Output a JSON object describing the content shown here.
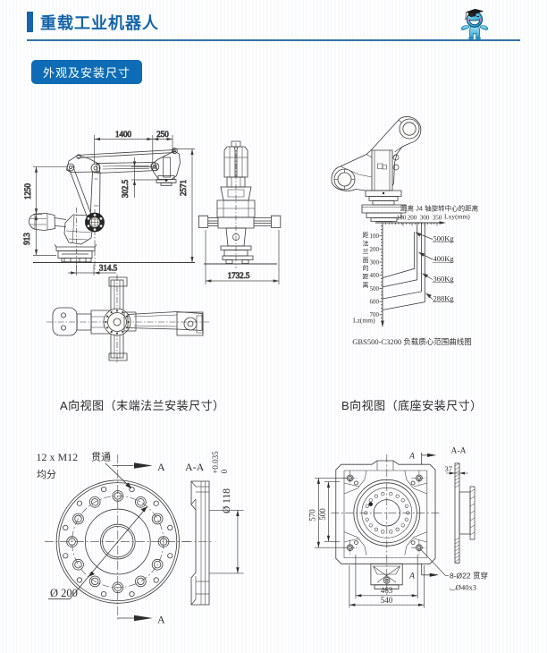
{
  "page": {
    "title": "重载工业机器人",
    "section_badge": "外观及安装尺寸",
    "accent_color": "#1565a8",
    "badge_color": "#0d6cb5"
  },
  "icons": {
    "mascot": "robot-mascot-with-graduation-cap"
  },
  "side_view": {
    "dim_arm_reach": "1400",
    "dim_wrist_offset": "250",
    "dim_total_height": "2571",
    "dim_flange_drop": "302.5",
    "dim_shoulder_height": "1250",
    "dim_base_height": "913",
    "dim_axis_offset": "314.5"
  },
  "front_view": {
    "dim_total_width": "1732.5"
  },
  "captions": {
    "view_a": "A向视图（末端法兰安装尺寸）",
    "view_b": "B向视图（底座安装尺寸）"
  },
  "flange": {
    "bolt_note": "12 x M12",
    "bolt_note2": "均分",
    "through_note": "贯通",
    "section_mark_top": "A",
    "section_mark_bottom": "A",
    "section_label": "A-A",
    "bolt_circle_dia": "Ø 200",
    "bore_dia": "Ø 118",
    "tol_upper": "+0.035",
    "tol_lower": "0"
  },
  "base": {
    "dim_hole_pitch_v": "570",
    "dim_inner_v": "500",
    "dim_hole_pitch_h": "463",
    "dim_outer_h": "540",
    "dim_plate_thickness": "37",
    "section_mark_top": "A",
    "section_mark_bottom": "A",
    "section_label": "A-A",
    "hole_note_line1": "8-Ø22 贯穿",
    "hole_note_line2": "⌴Ø40x3"
  },
  "chart_data": {
    "type": "line",
    "title": "GBS500-C3200 负载质心范围曲线图",
    "xlabel": "距离 J4 轴旋转中心的距离",
    "x_unit": "Lxy(mm)",
    "ylabel": "距法兰面的距离",
    "y_unit": "Lz(mm)",
    "x_ticks": [
      "100",
      "200",
      "300",
      "350"
    ],
    "y_ticks": [
      "100",
      "200",
      "300",
      "400",
      "500",
      "600",
      "700"
    ],
    "xlim": [
      0,
      380
    ],
    "ylim": [
      0,
      730
    ],
    "y_axis_inverted_downward": true,
    "grid": false,
    "legend_position": "right-of-curves",
    "series": [
      {
        "name": "500Kg",
        "points": [
          [
            0,
            420
          ],
          [
            230,
            350
          ],
          [
            230,
            70
          ]
        ]
      },
      {
        "name": "400Kg",
        "points": [
          [
            0,
            490
          ],
          [
            250,
            435
          ],
          [
            250,
            0
          ]
        ]
      },
      {
        "name": "360Kg",
        "points": [
          [
            0,
            580
          ],
          [
            280,
            525
          ],
          [
            280,
            0
          ]
        ]
      },
      {
        "name": "288Kg",
        "points": [
          [
            0,
            665
          ],
          [
            305,
            605
          ],
          [
            305,
            0
          ]
        ]
      }
    ]
  }
}
